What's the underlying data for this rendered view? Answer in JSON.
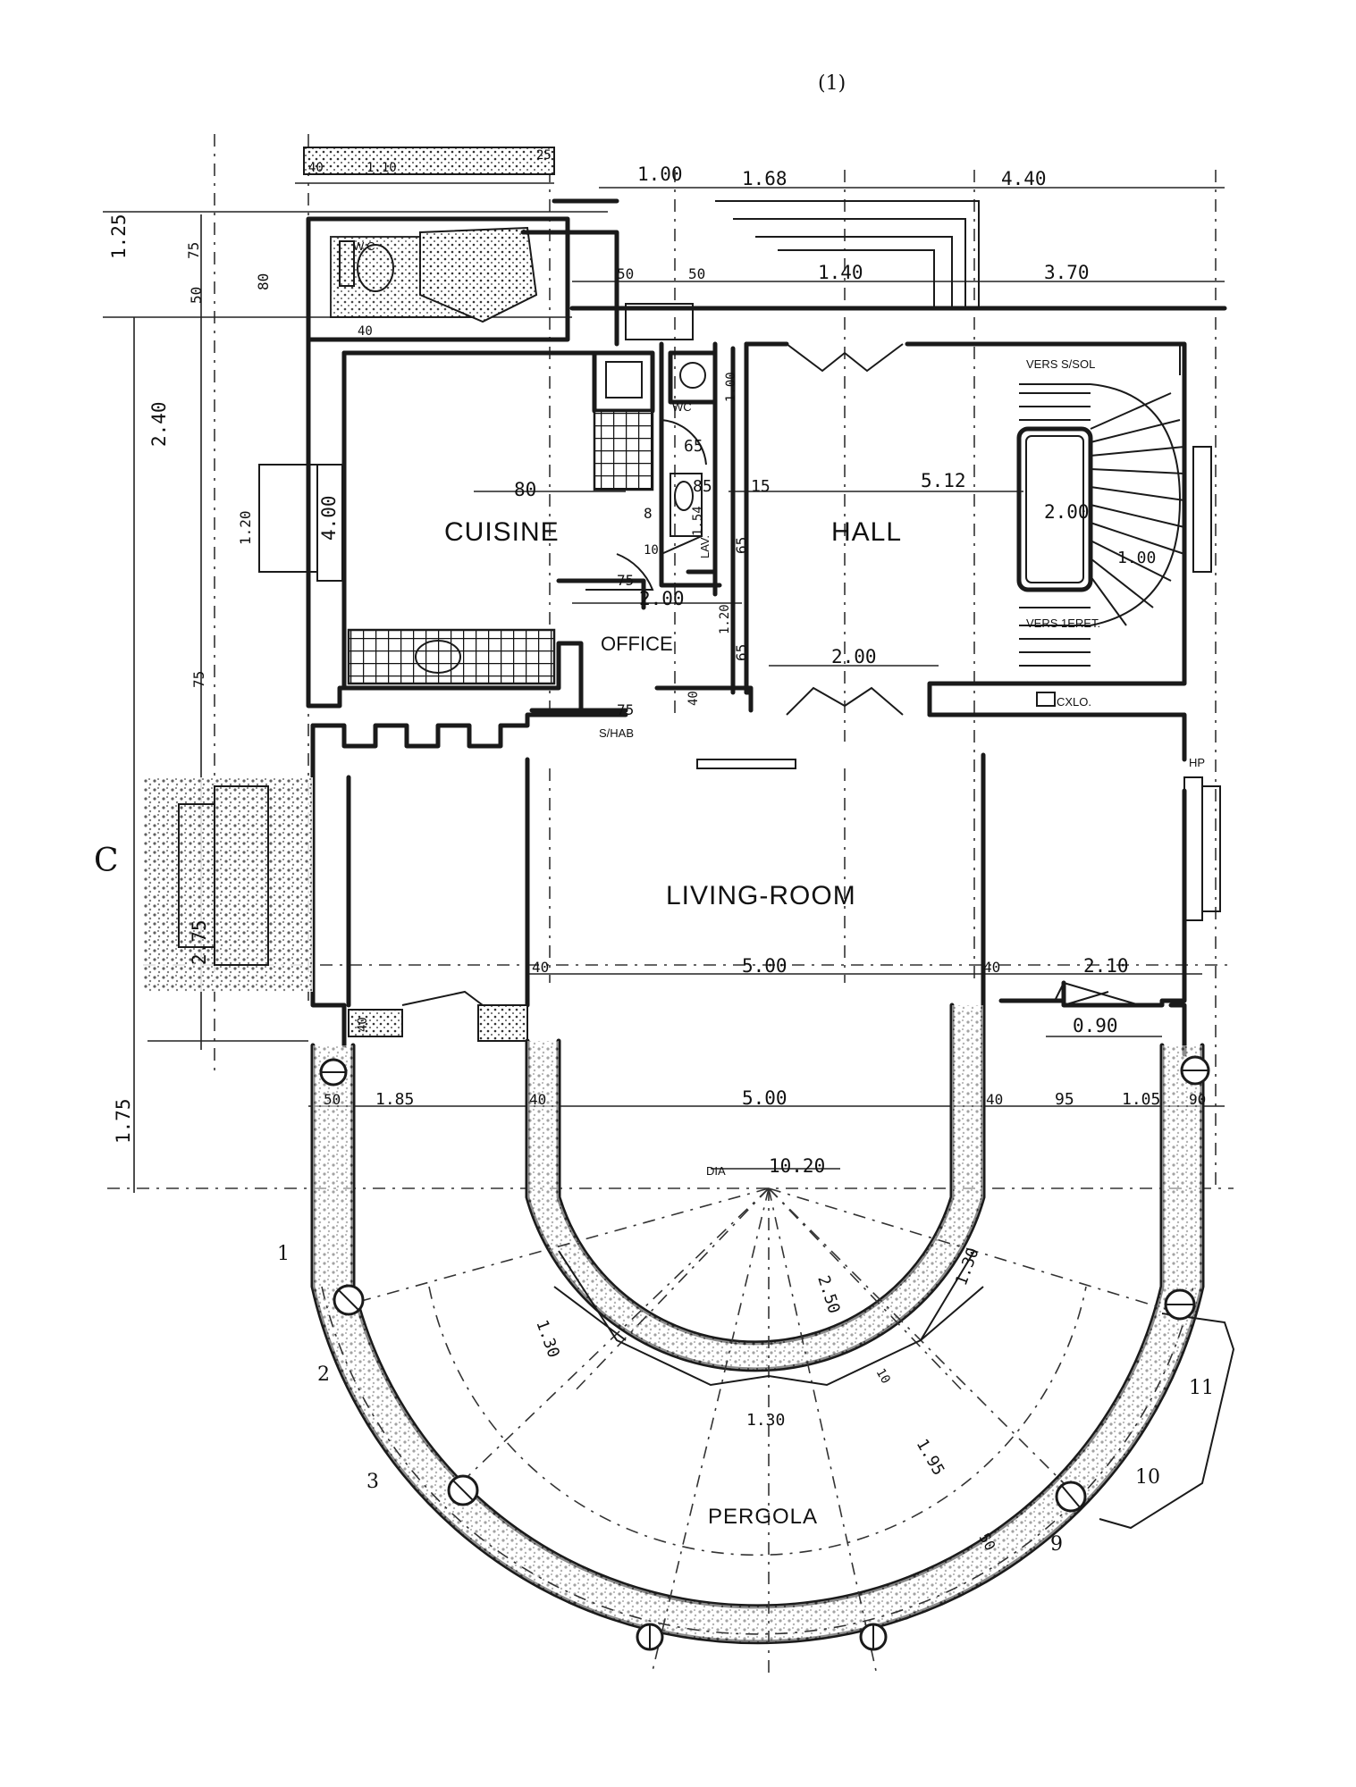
{
  "sheet": {
    "page_number": "(1)",
    "side_mark": "C"
  },
  "rooms": {
    "cuisine": "CUISINE",
    "hall": "HALL",
    "office": "OFFICE",
    "living": "LIVING-ROOM",
    "pergola": "PERGOLA",
    "wc_top": "W.C",
    "wc_mid": "WC",
    "lav": "LAV."
  },
  "annotations": {
    "stair_up": "VERS S/SOL",
    "stair_down": "VERS 1ERET.",
    "cxlo": "CXLO.",
    "hp": "HP",
    "s_hab": "S/HAB",
    "dia": "DIA",
    "nums": [
      "1",
      "2",
      "3",
      "9",
      "10",
      "11"
    ]
  },
  "dims": {
    "top_1_00": "1.00",
    "top_1_68": "1.68",
    "top_4_40": "4.40",
    "top_40": "40",
    "top_1_10": "1.10",
    "top_25": "25",
    "d_1_40": "1.40",
    "d_3_70": "3.70",
    "d_50a": "50",
    "d_50b": "50",
    "left_1_25": "1.25",
    "left_50": "50",
    "left_75": "75",
    "left_80": "80",
    "left_2_40": "2.40",
    "left_1_20": "1.20",
    "left_75b": "75",
    "left_2_75": "2.75",
    "left_1_75": "1.75",
    "c_80": "80",
    "c_4_00": "4.00",
    "c_8": "8",
    "c_85": "85",
    "c_15": "15",
    "c_5_12": "5.12",
    "c_2_00_stair": "2.00",
    "c_1_00_stair": "1.00",
    "c_65a": "65",
    "c_65b": "65",
    "c_65c": "65",
    "c_1_20": "1.20",
    "c_1_54": "1.54",
    "c_10": "10",
    "c_75": "75",
    "c_2_00_office": "2.00",
    "c_2_00_hall": "2.00",
    "c_40a": "40",
    "c_40b": "40",
    "c_1_00_wc": "1.00",
    "lr_40a": "40",
    "lr_5_00a": "5.00",
    "lr_40b": "40",
    "lr_2_10": "2.10",
    "lr_0_90": "0.90",
    "lr_40c": "40",
    "lr_50": "50",
    "lr_1_85": "1.85",
    "lr_40d": "40",
    "lr_5_00b": "5.00",
    "lr_40e": "40",
    "lr_95": "95",
    "lr_1_05": "1.05",
    "lr_90": "90",
    "p_10_20": "10.20",
    "p_1_30a": "1.30",
    "p_2_50": "2.50",
    "p_1_30b": "1.30",
    "p_1_30c": "1.30",
    "p_10": "10",
    "p_1_95": "1.95",
    "p_50": "50"
  }
}
